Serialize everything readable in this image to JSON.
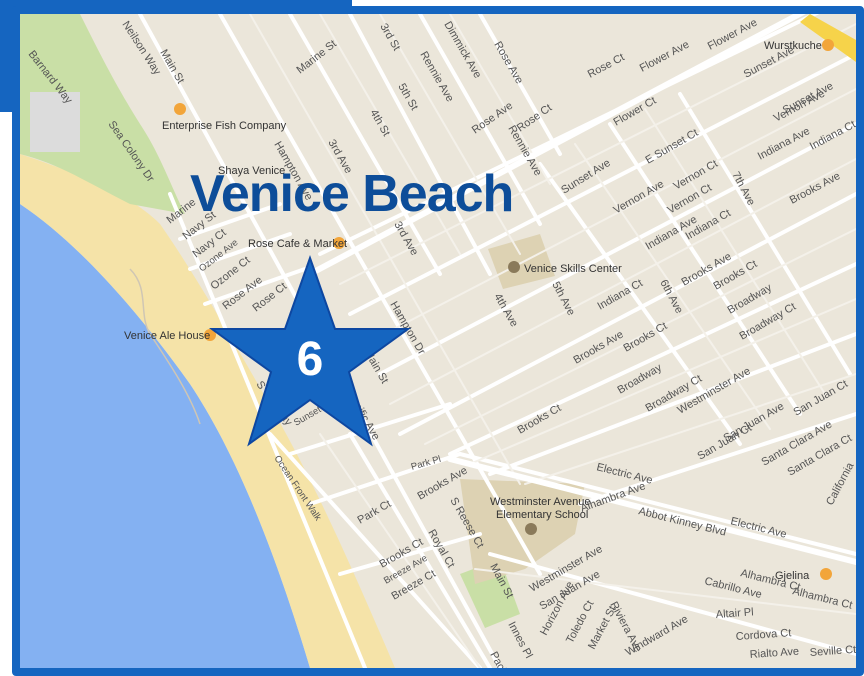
{
  "map": {
    "title": "Venice Beach",
    "marker_number": "6",
    "colors": {
      "frame": "#1565c0",
      "land": "#ebe6da",
      "beach": "#f5e3a8",
      "ocean": "#84b1f2",
      "park": "#c9dfa6",
      "school": "#ddd2b3",
      "road": "#ffffff",
      "highway": "#f6d34a",
      "title": "#0d4d99",
      "marker": "#1565c0"
    },
    "pois": {
      "enterprise_fish": "Enterprise Fish Company",
      "shaya_venice": "Shaya Venice",
      "rose_cafe": "Rose Cafe & Market",
      "venice_ale_house": "Venice Ale House",
      "venice_skills": "Venice Skills Center",
      "westminster_line1": "Westminster Avenue",
      "westminster_line2": "Elementary School",
      "wurstkuche": "Wurstkuche",
      "gjelina": "Gjelina"
    },
    "streets": {
      "neilson_way": "Neilson Way",
      "barnard_way": "Barnard Way",
      "sea_colony_dr": "Sea Colony Dr",
      "main_st": "Main St",
      "marine_st": "Marine St",
      "hampton_ave": "Hampton Ave",
      "third_st": "3rd St",
      "third_ave_a": "3rd Ave",
      "third_ave_b": "3rd Ave",
      "fourth_st": "4th St",
      "fourth_ave": "4th Ave",
      "fifth_st": "5th St",
      "fifth_ave": "5th Ave",
      "sixth_ave": "6th Ave",
      "seventh_ave": "7th Ave",
      "dimmick_ave": "Dimmick Ave",
      "rennie_ave_a": "Rennie Ave",
      "rennie_ave_b": "Rennie Ave",
      "rose_ave_main": "Rose Ave",
      "rose_ave_west": "Rose Ave",
      "rose_ct_a": "Rose Ct",
      "rose_ct_b": "Rose Ct",
      "flower_ave_a": "Flower Ave",
      "flower_ave_b": "Flower Ave",
      "flower_ct": "Flower Ct",
      "sunset_ave_a": "Sunset Ave",
      "sunset_ave_b": "Sunset Ave",
      "sunset_ave_c": "Sunset Ave",
      "e_sunset_ct": "E Sunset Ct",
      "vernon_ave_a": "Vernon Ave",
      "vernon_ave_b": "Vernon Ave",
      "vernon_ct_a": "Vernon Ct",
      "vernon_ct_b": "Vernon Ct",
      "indiana_ave_a": "Indiana Ave",
      "indiana_ave_b": "Indiana Ave",
      "indiana_ct_a": "Indiana Ct",
      "indiana_ct_b": "Indiana Ct",
      "indiana_ct_c": "Indiana Ct",
      "brooks_ave_a": "Brooks Ave",
      "brooks_ave_b": "Brooks Ave",
      "brooks_ave_c": "Brooks Ave",
      "brooks_ave_d": "Brooks Ave",
      "brooks_ct_a": "Brooks Ct",
      "brooks_ct_b": "Brooks Ct",
      "brooks_ct_c": "Brooks Ct",
      "brooks_ct_d": "Brooks Ct",
      "broadway_a": "Broadway",
      "broadway_b": "Broadway",
      "broadway_ct_a": "Broadway Ct",
      "broadway_ct_b": "Broadway Ct",
      "westminster_ave_a": "Westminster Ave",
      "westminster_ave_b": "Westminster Ave",
      "san_juan_ave_a": "San Juan Ave",
      "san_juan_ave_b": "San Juan Ave",
      "san_juan_ct_a": "San Juan Ct",
      "san_juan_ct_b": "San Juan Ct",
      "santa_clara_ave": "Santa Clara Ave",
      "santa_clara_ct": "Santa Clara Ct",
      "california": "California",
      "electric_ave_a": "Electric Ave",
      "electric_ave_b": "Electric Ave",
      "abbot_kinney": "Abbot Kinney Blvd",
      "alhambra_ave": "Alhambra Ave",
      "alhambra_ct_a": "Alhambra Ct",
      "alhambra_ct_b": "Alhambra Ct",
      "cabrillo_ave": "Cabrillo Ave",
      "altair_pl": "Altair Pl",
      "cordova_ct": "Cordova Ct",
      "rialto_ave": "Rialto Ave",
      "seville_ct": "Seville Ct",
      "windward_ave": "Windward Ave",
      "riviera_ave": "Riviera Ave",
      "toledo_ct": "Toledo Ct",
      "market_st": "Market St",
      "horizon_ave": "Horizon Ave",
      "innes_pl": "Innes Pl",
      "s_reese_ct": "S Reese Ct",
      "royal_ct": "Royal Ct",
      "pacific_ave": "Pacific Ave",
      "park_pl": "Park Pl",
      "park_ct": "Park Ct",
      "breeze_ave": "Breeze Ave",
      "breeze_ct": "Breeze Ct",
      "ocean_front_walk": "Ocean Front Walk",
      "hampton_dr": "Hampton Dr",
      "marine_ct": "Marine",
      "navy_st": "Navy St",
      "navy_ct": "Navy Ct",
      "ozone_ave": "Ozone Ave",
      "ozone_ct": "Ozone Ct",
      "rose_ave_small": "Rose Ave",
      "rose_ct_small": "Rose Ct",
      "s_way": "S",
      "way": "way",
      "sunset_av_small": "Sunset Av",
      "cific_ave": "cific Ave"
    }
  }
}
